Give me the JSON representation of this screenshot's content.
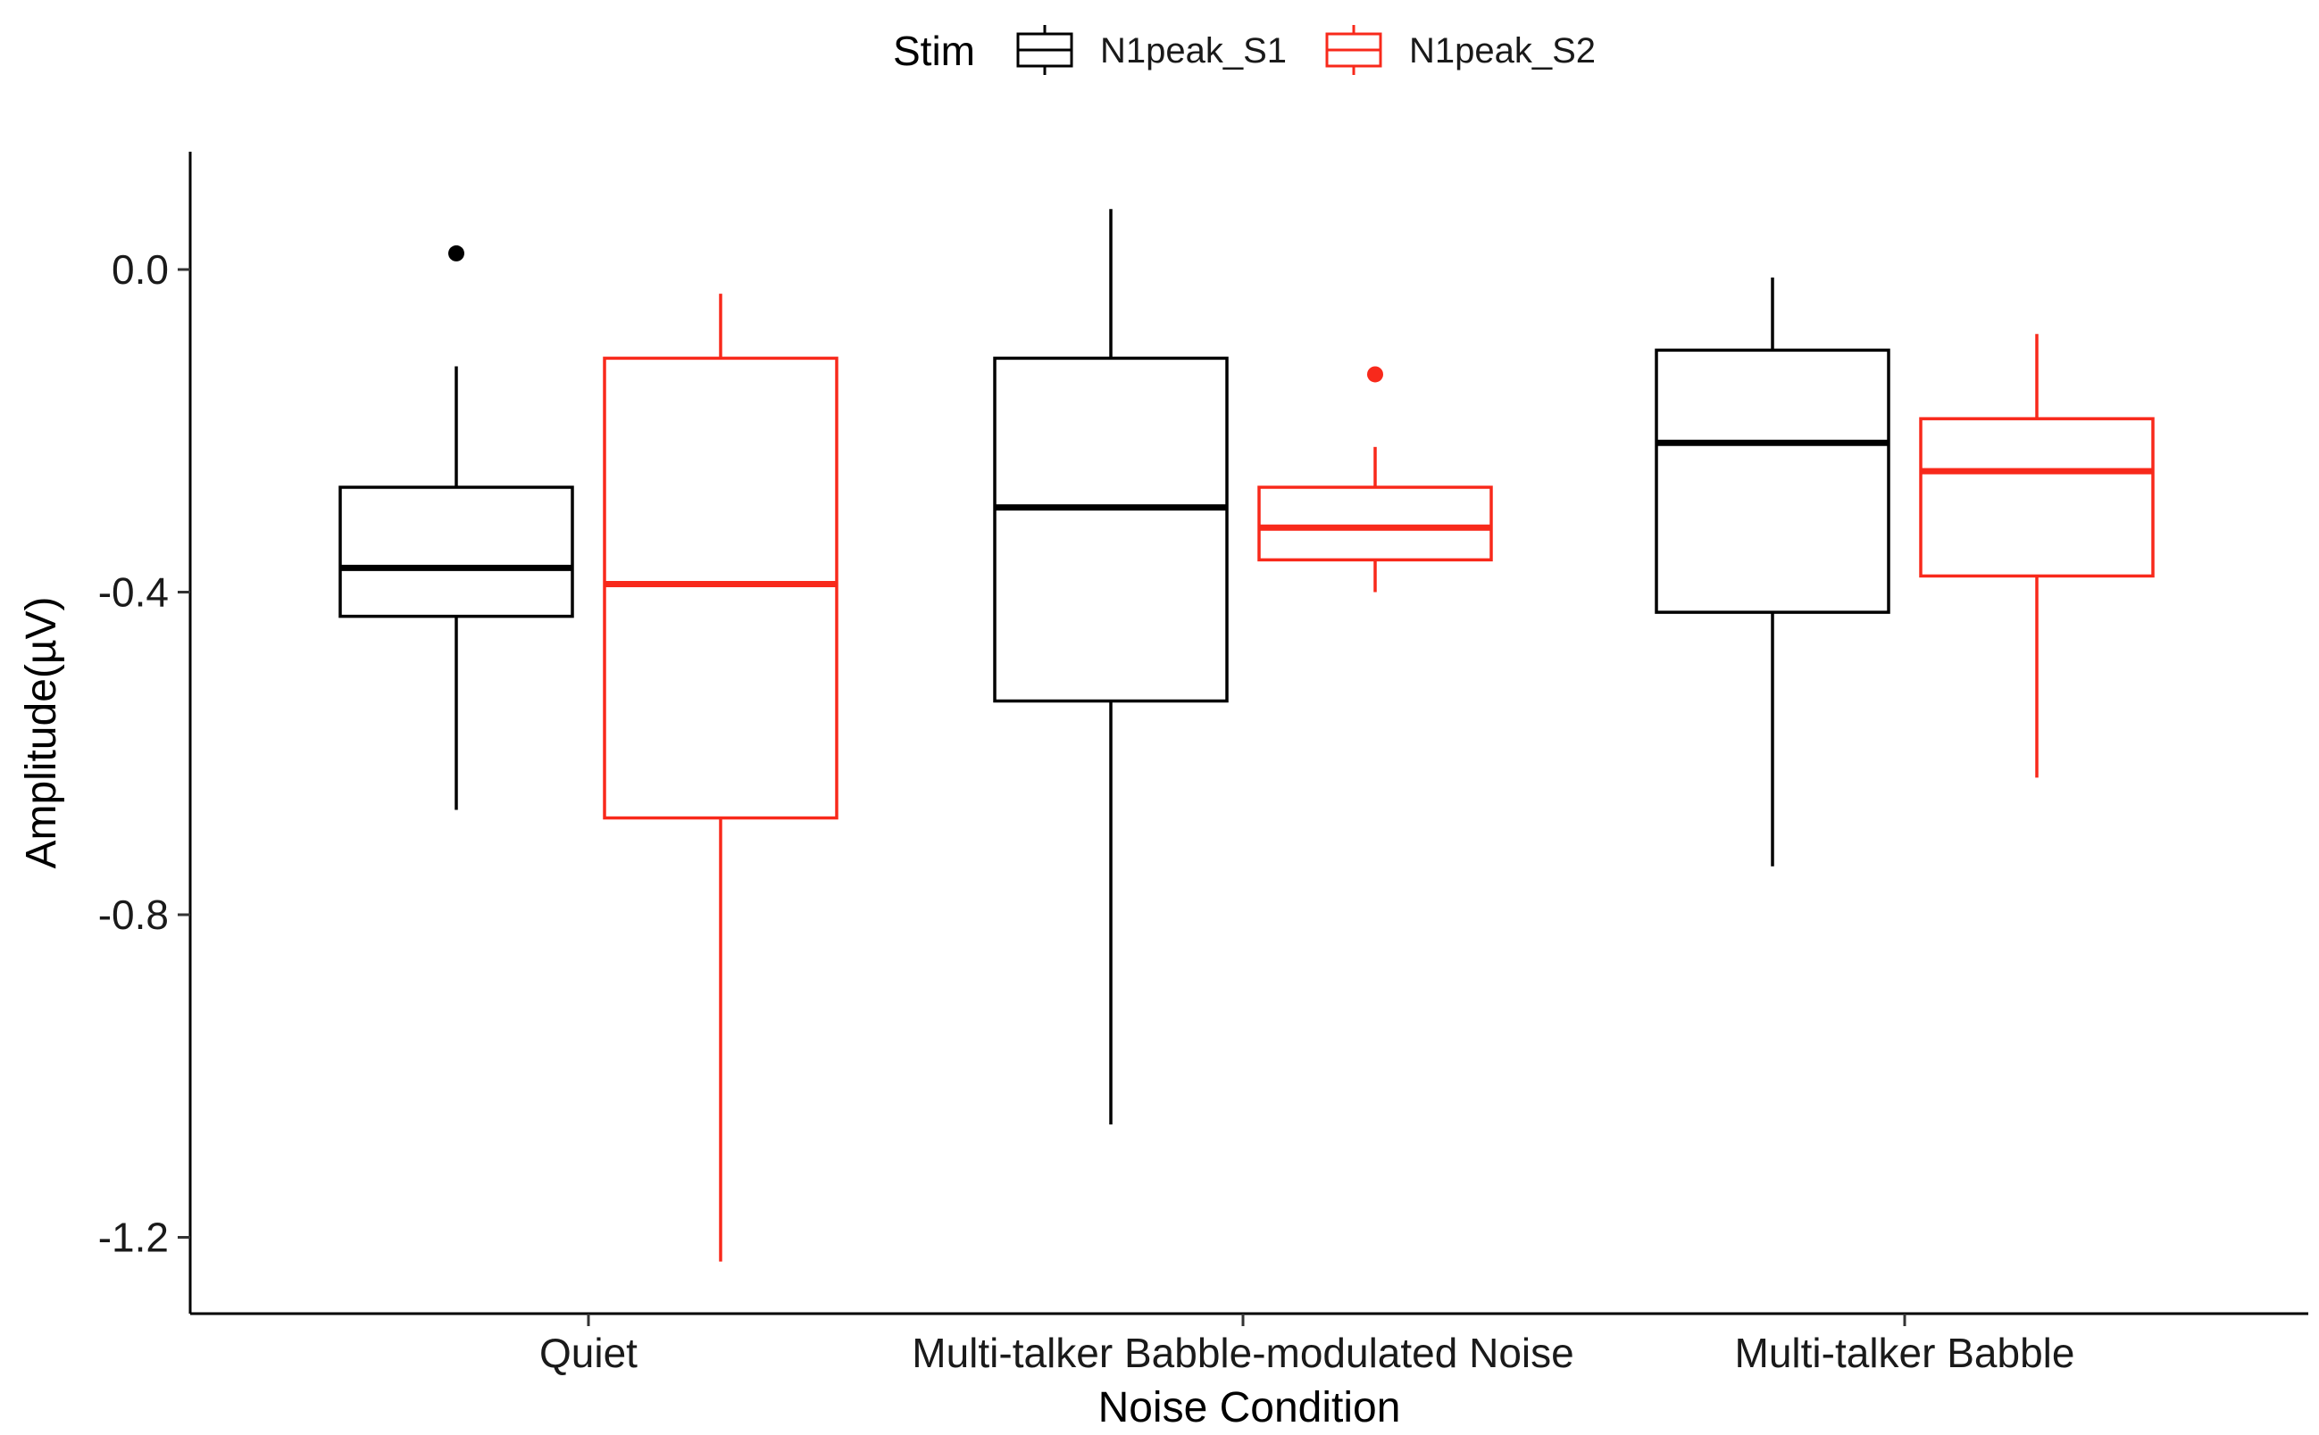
{
  "chart_data": {
    "type": "boxplot",
    "xlabel": "Noise Condition",
    "ylabel": "Amplitude(µV)",
    "ylim": [
      -1.3,
      0.145
    ],
    "yticks": [
      0.0,
      -0.4,
      -0.8,
      -1.2
    ],
    "ytick_labels": [
      "0.0",
      "-0.4",
      "-0.8",
      "-1.2"
    ],
    "categories": [
      "Quiet",
      "Multi-talker Babble-modulated Noise",
      "Multi-talker Babble"
    ],
    "legend": {
      "title": "Stim",
      "position": "top"
    },
    "grid": false,
    "series": [
      {
        "name": "N1peak_S1",
        "color": "#000000",
        "boxes": [
          {
            "whisker_low": -0.67,
            "q1": -0.43,
            "median": -0.37,
            "q3": -0.27,
            "whisker_high": -0.12,
            "outliers": [
              0.02
            ]
          },
          {
            "whisker_low": -1.06,
            "q1": -0.535,
            "median": -0.295,
            "q3": -0.11,
            "whisker_high": 0.075,
            "outliers": []
          },
          {
            "whisker_low": -0.74,
            "q1": -0.425,
            "median": -0.215,
            "q3": -0.1,
            "whisker_high": -0.01,
            "outliers": []
          }
        ]
      },
      {
        "name": "N1peak_S2",
        "color": "#f8291b",
        "boxes": [
          {
            "whisker_low": -1.23,
            "q1": -0.68,
            "median": -0.39,
            "q3": -0.11,
            "whisker_high": -0.03,
            "outliers": []
          },
          {
            "whisker_low": -0.4,
            "q1": -0.36,
            "median": -0.32,
            "q3": -0.27,
            "whisker_high": -0.22,
            "outliers": [
              -0.13
            ]
          },
          {
            "whisker_low": -0.63,
            "q1": -0.38,
            "median": -0.25,
            "q3": -0.185,
            "whisker_high": -0.08,
            "outliers": []
          }
        ]
      }
    ]
  }
}
